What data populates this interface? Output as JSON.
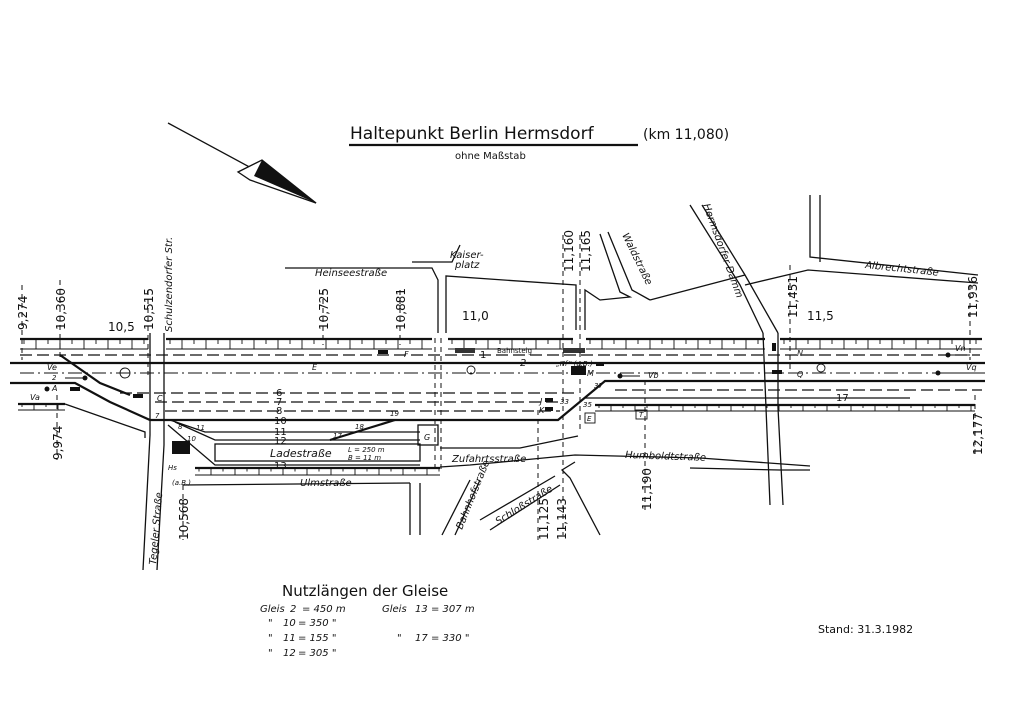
{
  "title": {
    "main": "Haltepunkt Berlin Hermsdorf",
    "km": "(km 11,080)",
    "scale": "ohne Maßstab"
  },
  "km_markers": {
    "top": [
      "9,274",
      "10,360",
      "10,515",
      "10,725",
      "10,881",
      "11,160",
      "11,165",
      "11,451",
      "11,936"
    ],
    "bottom": [
      "9,974",
      "10,568",
      "11,125",
      "11,143",
      "11,190",
      "12,177"
    ],
    "hectometer": [
      "10,5",
      "11,0",
      "11,5"
    ]
  },
  "streets": {
    "schulzendorfer": "Schulzendorfer Str.",
    "heinsee": "Heinseestraße",
    "kaiserplatz_1": "Kaiser-",
    "kaiserplatz_2": "platz",
    "wald": "Waldstraße",
    "hermsdorfer_damm": "Hermsdorfer Damm",
    "albrecht": "Albrechtstraße",
    "tegeler": "Tegeler Straße",
    "ulm": "Ulmstraße",
    "bahnhof": "Bahnhofstraße",
    "zufahrt": "Zufahrtsstraße",
    "schloss": "Schloßstraße",
    "humboldt": "Humboldtstraße",
    "lade": "Ladestraße"
  },
  "labels": {
    "bahnsteig": "Bahnsteig",
    "lade_length": "L = 250 m",
    "lade_width": "B = 11 m",
    "hf": "„Hf“ (a.B.)",
    "hs": "Hs",
    "hs_ab": "(a.B.)"
  },
  "tracks": [
    "1",
    "2",
    "6",
    "7",
    "8",
    "10",
    "11",
    "12",
    "13",
    "17"
  ],
  "switches": [
    "2",
    "7",
    "8",
    "10",
    "11",
    "17",
    "18",
    "19",
    "33",
    "35",
    "37"
  ],
  "signals": [
    "Ve",
    "Va",
    "A",
    "C",
    "E",
    "F",
    "M",
    "Vb",
    "N",
    "Q",
    "Vn",
    "Vq",
    "J",
    "K",
    "E",
    "T",
    "G"
  ],
  "lengths": {
    "heading": "Nutzlängen der Gleise",
    "rows": [
      {
        "prefix": "Gleis",
        "track": "2",
        "value": "= 450 m"
      },
      {
        "prefix": "\"",
        "track": "10",
        "value": "= 350 \""
      },
      {
        "prefix": "\"",
        "track": "11",
        "value": "= 155 \""
      },
      {
        "prefix": "\"",
        "track": "12",
        "value": "= 305 \""
      },
      {
        "prefix": "Gleis",
        "track": "13",
        "value": "= 307 m"
      },
      {
        "prefix": "\"",
        "track": "17",
        "value": "= 330 \""
      }
    ]
  },
  "stand": "Stand: 31.3.1982"
}
